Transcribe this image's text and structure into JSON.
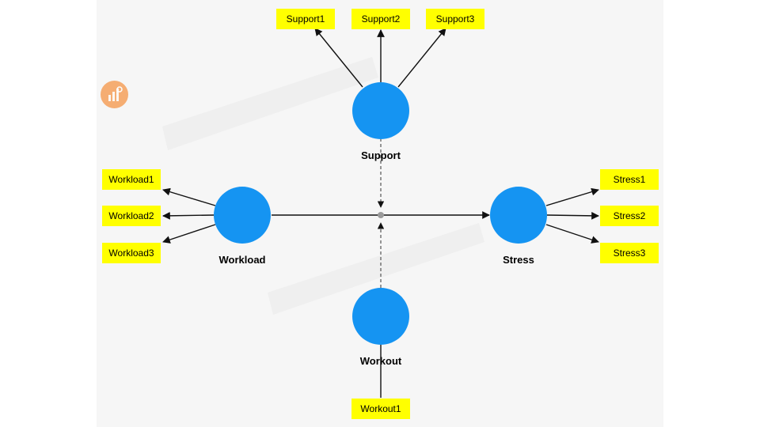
{
  "constructs": {
    "support": {
      "label": "Support",
      "color": "#1594f2"
    },
    "workload": {
      "label": "Workload",
      "color": "#1594f2"
    },
    "stress": {
      "label": "Stress",
      "color": "#1594f2"
    },
    "workout": {
      "label": "Workout",
      "color": "#1594f2"
    }
  },
  "indicators": {
    "support": [
      "Support1",
      "Support2",
      "Support3"
    ],
    "workload": [
      "Workload1",
      "Workload2",
      "Workload3"
    ],
    "stress": [
      "Stress1",
      "Stress2",
      "Stress3"
    ],
    "workout": [
      "Workout1"
    ]
  },
  "colors": {
    "indicator_fill": "#ffff00",
    "node_fill": "#1594f2",
    "canvas": "#f6f6f6",
    "watermark": "#f5a15c"
  },
  "icons": {
    "watermark": "chart-logo-icon"
  }
}
